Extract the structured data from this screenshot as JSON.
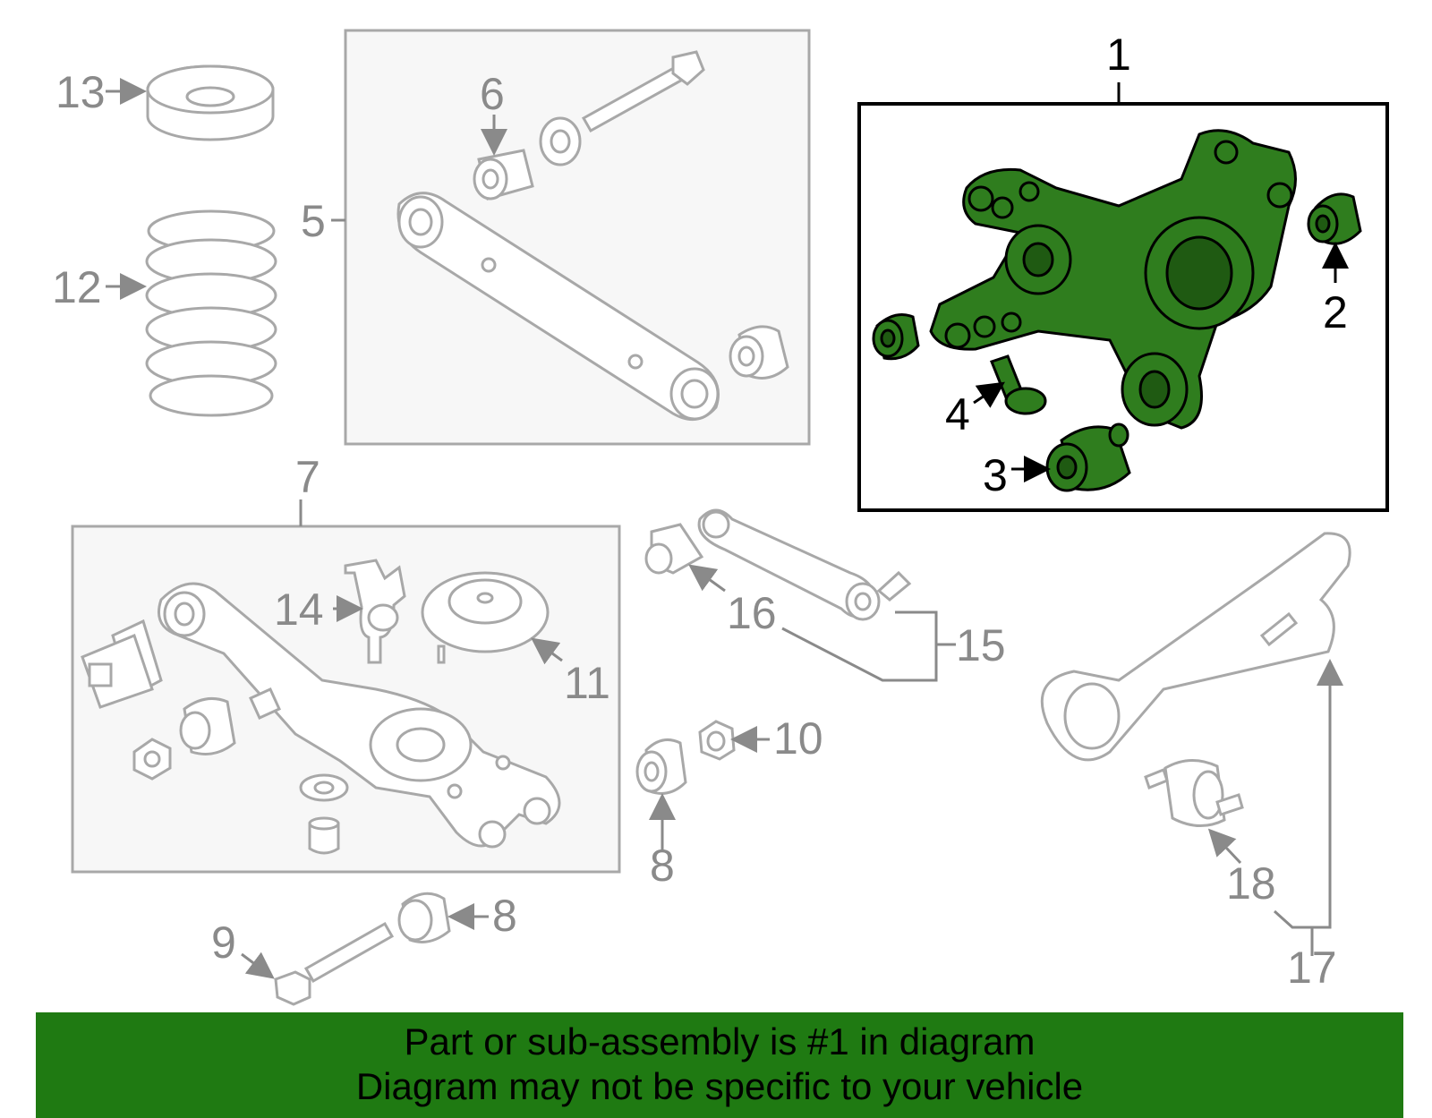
{
  "callouts": {
    "c1": "1",
    "c2": "2",
    "c3": "3",
    "c4": "4",
    "c5": "5",
    "c6": "6",
    "c7": "7",
    "c8a": "8",
    "c8b": "8",
    "c9": "9",
    "c10": "10",
    "c11": "11",
    "c12": "12",
    "c13": "13",
    "c14": "14",
    "c15": "15",
    "c16": "16",
    "c17": "17",
    "c18": "18"
  },
  "colors": {
    "highlight": "#2f7d1e",
    "banner": "#1f7a12",
    "outline": "#a8a8a8"
  },
  "banner": {
    "line1": "Part or sub-assembly is #1 in diagram",
    "line2": "Diagram may not be specific to your vehicle"
  }
}
